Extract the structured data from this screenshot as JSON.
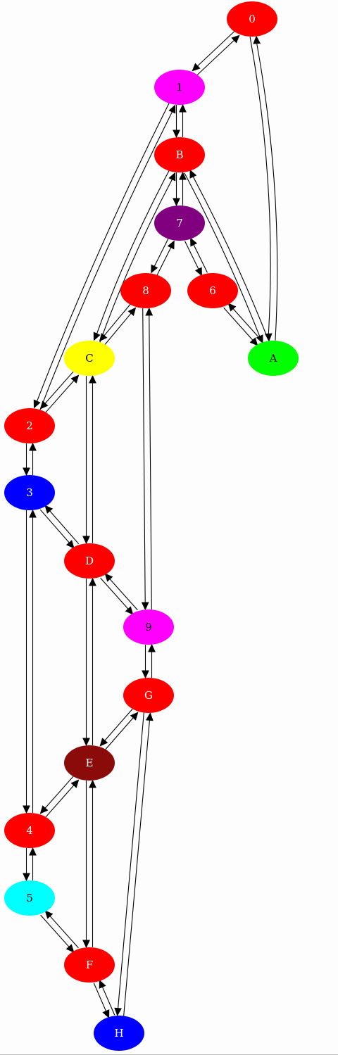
{
  "graph": {
    "background": "#fcfdfc",
    "nodes": [
      {
        "id": "0",
        "label": "0",
        "fill": "#ff0000",
        "text_color": "#ffffff"
      },
      {
        "id": "1",
        "label": "1",
        "fill": "#ff00ff",
        "text_color": "#000000"
      },
      {
        "id": "B",
        "label": "B",
        "fill": "#ff0000",
        "text_color": "#ffffff"
      },
      {
        "id": "7",
        "label": "7",
        "fill": "#800080",
        "text_color": "#ffffff"
      },
      {
        "id": "8",
        "label": "8",
        "fill": "#ff0000",
        "text_color": "#ffffff"
      },
      {
        "id": "6",
        "label": "6",
        "fill": "#ff0000",
        "text_color": "#ffffff"
      },
      {
        "id": "C",
        "label": "C",
        "fill": "#ffff00",
        "text_color": "#000000"
      },
      {
        "id": "A",
        "label": "A",
        "fill": "#00ff00",
        "text_color": "#000000"
      },
      {
        "id": "2",
        "label": "2",
        "fill": "#ff0000",
        "text_color": "#ffffff"
      },
      {
        "id": "3",
        "label": "3",
        "fill": "#0000ff",
        "text_color": "#ffffff"
      },
      {
        "id": "D",
        "label": "D",
        "fill": "#ff0000",
        "text_color": "#ffffff"
      },
      {
        "id": "9",
        "label": "9",
        "fill": "#ff00ff",
        "text_color": "#000000"
      },
      {
        "id": "G",
        "label": "G",
        "fill": "#ff0000",
        "text_color": "#ffffff"
      },
      {
        "id": "E",
        "label": "E",
        "fill": "#8b0a0a",
        "text_color": "#ffffff"
      },
      {
        "id": "4",
        "label": "4",
        "fill": "#ff0000",
        "text_color": "#ffffff"
      },
      {
        "id": "5",
        "label": "5",
        "fill": "#00ffff",
        "text_color": "#000000"
      },
      {
        "id": "F",
        "label": "F",
        "fill": "#ff0000",
        "text_color": "#ffffff"
      },
      {
        "id": "H",
        "label": "H",
        "fill": "#0000ff",
        "text_color": "#ffffff"
      }
    ],
    "edges": [
      {
        "from": "0",
        "to": "1"
      },
      {
        "from": "1",
        "to": "0"
      },
      {
        "from": "0",
        "to": "A"
      },
      {
        "from": "A",
        "to": "0"
      },
      {
        "from": "1",
        "to": "B"
      },
      {
        "from": "B",
        "to": "1"
      },
      {
        "from": "1",
        "to": "2"
      },
      {
        "from": "2",
        "to": "1"
      },
      {
        "from": "B",
        "to": "7"
      },
      {
        "from": "7",
        "to": "B"
      },
      {
        "from": "B",
        "to": "C"
      },
      {
        "from": "C",
        "to": "B"
      },
      {
        "from": "B",
        "to": "A"
      },
      {
        "from": "A",
        "to": "B"
      },
      {
        "from": "7",
        "to": "8"
      },
      {
        "from": "8",
        "to": "7"
      },
      {
        "from": "7",
        "to": "6"
      },
      {
        "from": "6",
        "to": "7"
      },
      {
        "from": "8",
        "to": "C"
      },
      {
        "from": "C",
        "to": "8"
      },
      {
        "from": "8",
        "to": "9"
      },
      {
        "from": "9",
        "to": "8"
      },
      {
        "from": "6",
        "to": "A"
      },
      {
        "from": "A",
        "to": "6"
      },
      {
        "from": "C",
        "to": "2"
      },
      {
        "from": "2",
        "to": "C"
      },
      {
        "from": "C",
        "to": "D"
      },
      {
        "from": "D",
        "to": "C"
      },
      {
        "from": "2",
        "to": "3"
      },
      {
        "from": "3",
        "to": "2"
      },
      {
        "from": "3",
        "to": "D"
      },
      {
        "from": "D",
        "to": "3"
      },
      {
        "from": "3",
        "to": "4"
      },
      {
        "from": "4",
        "to": "3"
      },
      {
        "from": "D",
        "to": "9"
      },
      {
        "from": "9",
        "to": "D"
      },
      {
        "from": "D",
        "to": "E"
      },
      {
        "from": "E",
        "to": "D"
      },
      {
        "from": "9",
        "to": "G"
      },
      {
        "from": "G",
        "to": "9"
      },
      {
        "from": "G",
        "to": "E"
      },
      {
        "from": "E",
        "to": "G"
      },
      {
        "from": "G",
        "to": "H"
      },
      {
        "from": "H",
        "to": "G"
      },
      {
        "from": "E",
        "to": "4"
      },
      {
        "from": "4",
        "to": "E"
      },
      {
        "from": "E",
        "to": "F"
      },
      {
        "from": "F",
        "to": "E"
      },
      {
        "from": "4",
        "to": "5"
      },
      {
        "from": "5",
        "to": "4"
      },
      {
        "from": "5",
        "to": "F"
      },
      {
        "from": "F",
        "to": "5"
      },
      {
        "from": "F",
        "to": "H"
      },
      {
        "from": "H",
        "to": "F"
      }
    ]
  }
}
